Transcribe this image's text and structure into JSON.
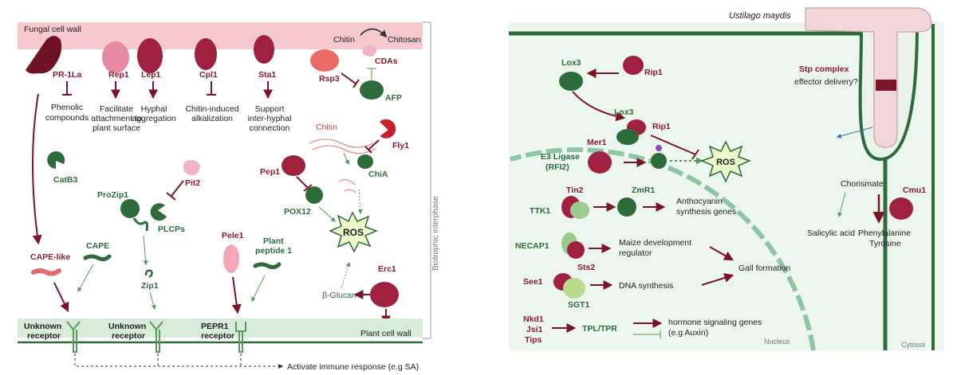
{
  "left": {
    "cell_wall": "Fungal cell wall",
    "interphase": "Biotrophic interphase",
    "proteins": {
      "pr1la": "PR-1La",
      "rep1": "Rep1",
      "lep1": "Lep1",
      "cpl1": "Cpl1",
      "sta1": "Sta1",
      "rsp3": "Rsp3",
      "cdas": "CDAs",
      "afp": "AFP",
      "catb3": "CatB3",
      "prozip1": "ProZip1",
      "pit2": "Pit2",
      "plcps": "PLCPs",
      "zip1": "Zip1",
      "cape": "CAPE",
      "cape_like": "CAPE-like",
      "pele1": "Pele1",
      "plant_peptide": "Plant\npeptide 1",
      "pep1": "Pep1",
      "pox12": "POX12",
      "chia": "ChiA",
      "fly1": "Fly1",
      "erc1": "Erc1"
    },
    "functions": {
      "phenolic": "Phenolic\ncompounds",
      "attach": "Facilitate\nattachment to\nplant surface",
      "hyphal": "Hyphal\naggregation",
      "chitin_alk": "Chitin-induced\nalkalization",
      "inter": "Support\ninter-hyphal\nconnection"
    },
    "chitin_top": "Chitin",
    "chitosan": "Chitosan",
    "chitin_mid": "Chitin",
    "ros": "ROS",
    "beta_glucan": "β-Glucan",
    "receptors": [
      "Unknown\nreceptor",
      "Unknown\nreceptor",
      "PEPR1\nreceptor"
    ],
    "plant_cell_wall": "Plant cell wall",
    "immune": "Activate immune response (e.g SA)"
  },
  "right": {
    "species": "Ustilago maydis",
    "stp": "Stp complex",
    "effector": "effector delivery?",
    "lox3_a": "Lox3",
    "rip1_a": "Rip1",
    "lox3_b": "Lox3",
    "rip1_b": "Rip1",
    "mer1": "Mer1",
    "e3": "E3 Ligase\n(RFI2)",
    "ros": "ROS",
    "tin2": "Tin2",
    "ttk1": "TTK1",
    "zmr1": "ZmR1",
    "antho": "Anthocyanin\nsynthesis genes",
    "necap1": "NECAP1",
    "sts2": "Sts2",
    "maize": "Maize development\nregulator",
    "gall": "Gall formation",
    "see1": "See1",
    "sgt1": "SGT1",
    "dna": "DNA synthesis",
    "nkd": "Nkd1\nJsi1\nTips",
    "tpl": "TPL/TPR",
    "hormone": "hormone signaling genes\n(e.g Auxin)",
    "chorismate": "Chorismate",
    "cmu1": "Cmu1",
    "sa": "Salicylic acid",
    "phe": "Phenylalanine\nTyrosine",
    "nucleus": "Nucleus",
    "cytosol": "Cytosol"
  },
  "colors": {
    "red": "#8b1a2e",
    "green": "#2e6b3a",
    "pink": "#f4c6cc",
    "wall": "#cfe6d2"
  }
}
